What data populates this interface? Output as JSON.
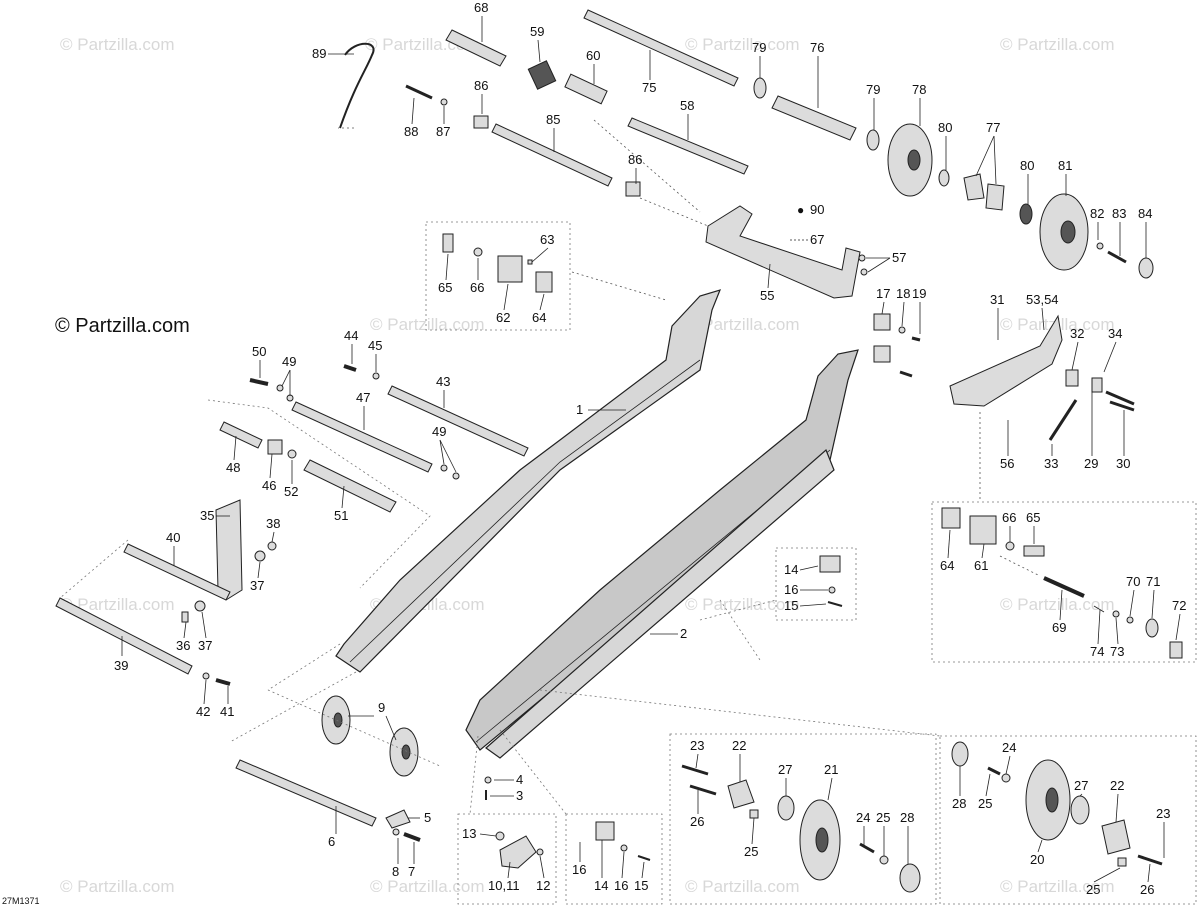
{
  "source_watermark": "© Partzilla.com",
  "drawing_code": "27M1371",
  "callouts": {
    "c68": "68",
    "c59": "59",
    "c75": "75",
    "c79a": "79",
    "c76": "76",
    "c89": "89",
    "c60": "60",
    "c79b": "79",
    "c78": "78",
    "c86a": "86",
    "c58": "58",
    "c80a": "80",
    "c77": "77",
    "c88": "88",
    "c87": "87",
    "c85": "85",
    "c86b": "86",
    "c80b": "80",
    "c81": "81",
    "c90": "90",
    "c67": "67",
    "c82": "82",
    "c83": "83",
    "c84": "84",
    "c63": "63",
    "c57": "57",
    "c65a": "65",
    "c66a": "66",
    "c62": "62",
    "c64a": "64",
    "c55": "55",
    "c17": "17",
    "c18": "18",
    "c19": "19",
    "c31": "31",
    "c5354": "53,54",
    "c32": "32",
    "c34": "34",
    "c44": "44",
    "c50": "50",
    "c49a": "49",
    "c45": "45",
    "c43": "43",
    "c47": "47",
    "c1": "1",
    "c56": "56",
    "c33": "33",
    "c29": "29",
    "c30": "30",
    "c48": "48",
    "c46": "46",
    "c52": "52",
    "c49b": "49",
    "c51": "51",
    "c35": "35",
    "c38": "38",
    "c40": "40",
    "c37a": "37",
    "c36": "36",
    "c37b": "37",
    "c64b": "64",
    "c61": "61",
    "c66b": "66",
    "c65b": "65",
    "c70": "70",
    "c71": "71",
    "c72": "72",
    "c69": "69",
    "c74": "74",
    "c73": "73",
    "c14a": "14",
    "c16a": "16",
    "c15a": "15",
    "c2": "2",
    "c39": "39",
    "c42": "42",
    "c41": "41",
    "c9": "9",
    "c23a": "23",
    "c22a": "22",
    "c27a": "27",
    "c21": "21",
    "c26a": "26",
    "c25a": "25",
    "c24a": "24",
    "c25b": "25",
    "c28a": "28",
    "c28b": "28",
    "c25c": "25",
    "c24b": "24",
    "c27b": "27",
    "c22b": "22",
    "c23b": "23",
    "c20": "20",
    "c25d": "25",
    "c26b": "26",
    "c4": "4",
    "c3": "3",
    "c5": "5",
    "c6": "6",
    "c8": "8",
    "c7": "7",
    "c13": "13",
    "c1011": "10,11",
    "c12": "12",
    "c16b": "16",
    "c14b": "14",
    "c16c": "16",
    "c15b": "15"
  }
}
